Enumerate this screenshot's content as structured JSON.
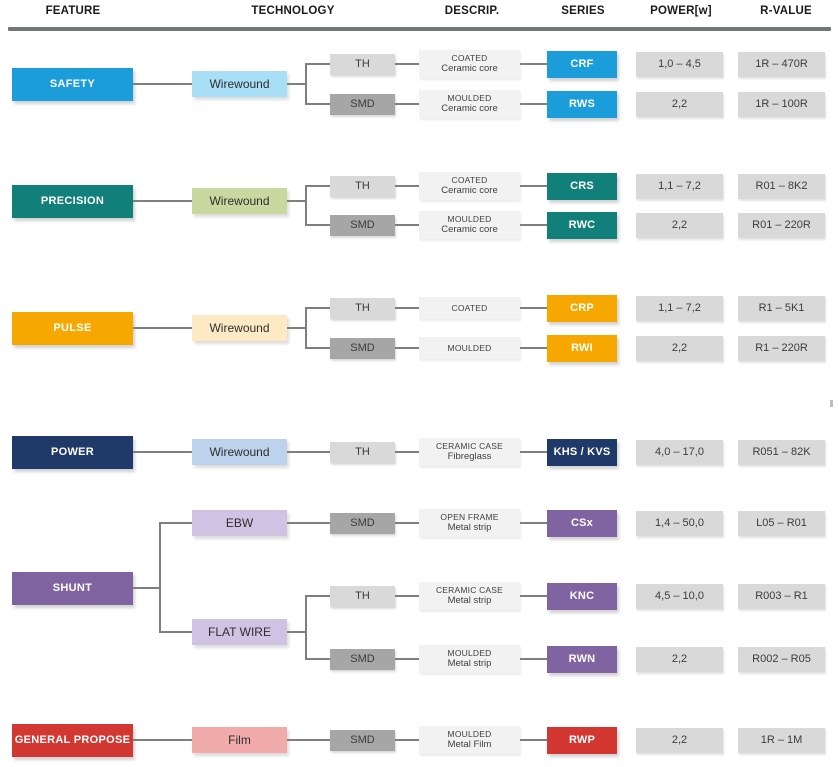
{
  "header": {
    "columns": [
      "FEATURE",
      "TECHNOLOGY",
      "DESCRIP.",
      "SERIES",
      "POWER[w]",
      "R-VALUE"
    ]
  },
  "line_color": "#7f7f7f",
  "rows": [
    {
      "feature": {
        "label": "SAFETY",
        "color": "#1B9DD9"
      },
      "technologies": [
        {
          "label": "Wirewound",
          "color": "#A8DEF6",
          "leaves": [
            {
              "mount": {
                "label": "TH",
                "color": "#D9D9D9"
              },
              "desc": {
                "line1": "COATED",
                "line2": "Ceramic core"
              },
              "series": {
                "label": "CRF",
                "color": "#1B9DD9"
              },
              "power": "1,0 – 4,5",
              "rvalue": "1R – 470R"
            },
            {
              "mount": {
                "label": "SMD",
                "color": "#A6A6A6"
              },
              "desc": {
                "line1": "MOULDED",
                "line2": "Ceramic core"
              },
              "series": {
                "label": "RWS",
                "color": "#1B9DD9"
              },
              "power": "2,2",
              "rvalue": "1R – 100R"
            }
          ]
        }
      ]
    },
    {
      "feature": {
        "label": "PRECISION",
        "color": "#12807A"
      },
      "technologies": [
        {
          "label": "Wirewound",
          "color": "#C8D89F",
          "leaves": [
            {
              "mount": {
                "label": "TH",
                "color": "#D9D9D9"
              },
              "desc": {
                "line1": "COATED",
                "line2": "Ceramic core"
              },
              "series": {
                "label": "CRS",
                "color": "#12807A"
              },
              "power": "1,1 – 7,2",
              "rvalue": "R01 – 8K2"
            },
            {
              "mount": {
                "label": "SMD",
                "color": "#A6A6A6"
              },
              "desc": {
                "line1": "MOULDED",
                "line2": "Ceramic core"
              },
              "series": {
                "label": "RWC",
                "color": "#12807A"
              },
              "power": "2,2",
              "rvalue": "R01 – 220R"
            }
          ]
        }
      ]
    },
    {
      "feature": {
        "label": "PULSE",
        "color": "#F7A800"
      },
      "technologies": [
        {
          "label": "Wirewound",
          "color": "#FDE9C4",
          "leaves": [
            {
              "mount": {
                "label": "TH",
                "color": "#D9D9D9"
              },
              "desc": {
                "line1": "COATED"
              },
              "series": {
                "label": "CRP",
                "color": "#F7A800"
              },
              "power": "1,1 – 7,2",
              "rvalue": "R1 – 5K1"
            },
            {
              "mount": {
                "label": "SMD",
                "color": "#A6A6A6"
              },
              "desc": {
                "line1": "MOULDED"
              },
              "series": {
                "label": "RWI",
                "color": "#F7A800"
              },
              "power": "2,2",
              "rvalue": "R1 – 220R"
            }
          ]
        }
      ]
    },
    {
      "feature": {
        "label": "POWER",
        "color": "#1F3A68"
      },
      "technologies": [
        {
          "label": "Wirewound",
          "color": "#BDD2EC",
          "leaves": [
            {
              "mount": {
                "label": "TH",
                "color": "#D9D9D9"
              },
              "desc": {
                "line1": "CERAMIC CASE",
                "line2": "Fibreglass"
              },
              "series": {
                "label": "KHS / KVS",
                "color": "#1F3A68"
              },
              "power": "4,0 – 17,0",
              "rvalue": "R051 – 82K"
            }
          ]
        }
      ]
    },
    {
      "feature": {
        "label": "SHUNT",
        "color": "#8064A2"
      },
      "technologies": [
        {
          "label": "EBW",
          "color": "#CFC2E3",
          "leaves": [
            {
              "mount": {
                "label": "SMD",
                "color": "#A6A6A6"
              },
              "desc": {
                "line1": "OPEN FRAME",
                "line2": "Metal strip"
              },
              "series": {
                "label": "CSx",
                "color": "#8064A2"
              },
              "power": "1,4 – 50,0",
              "rvalue": "L05 – R01"
            }
          ]
        },
        {
          "label": "FLAT WIRE",
          "color": "#CFC2E3",
          "leaves": [
            {
              "mount": {
                "label": "TH",
                "color": "#D9D9D9"
              },
              "desc": {
                "line1": "CERAMIC CASE",
                "line2": "Metal strip"
              },
              "series": {
                "label": "KNC",
                "color": "#8064A2"
              },
              "power": "4,5 – 10,0",
              "rvalue": "R003 – R1"
            },
            {
              "mount": {
                "label": "SMD",
                "color": "#A6A6A6"
              },
              "desc": {
                "line1": "MOULDED",
                "line2": "Metal strip"
              },
              "series": {
                "label": "RWN",
                "color": "#8064A2"
              },
              "power": "2,2",
              "rvalue": "R002 – R05"
            }
          ]
        }
      ]
    },
    {
      "feature": {
        "label": "GENERAL PROPOSE",
        "color": "#D23732"
      },
      "technologies": [
        {
          "label": "Film",
          "color": "#F2ABAB",
          "leaves": [
            {
              "mount": {
                "label": "SMD",
                "color": "#A6A6A6"
              },
              "desc": {
                "line1": "MOULDED",
                "line2": "Metal Film"
              },
              "series": {
                "label": "RWP",
                "color": "#D23732"
              },
              "power": "2,2",
              "rvalue": "1R – 1M"
            }
          ]
        }
      ]
    }
  ]
}
